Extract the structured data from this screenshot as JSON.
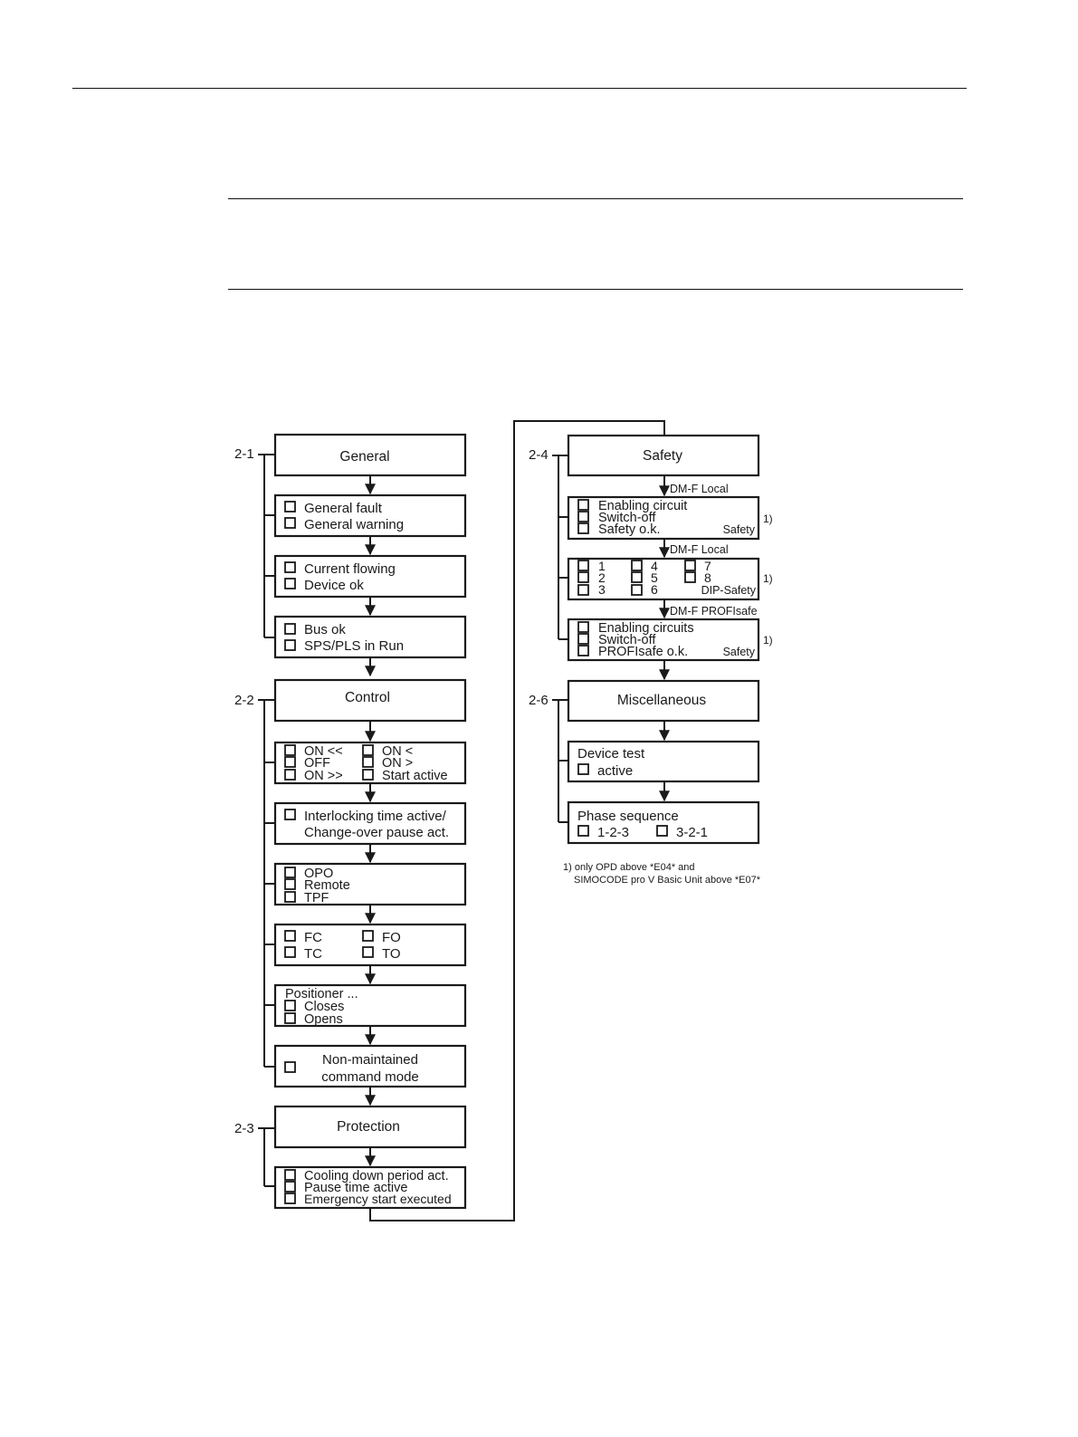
{
  "sections": {
    "s21": "2-1",
    "s22": "2-2",
    "s23": "2-3",
    "s24": "2-4",
    "s26": "2-6"
  },
  "headers": {
    "general": "General",
    "control": "Control",
    "protection": "Protection",
    "safety": "Safety",
    "miscellaneous": "Miscellaneous"
  },
  "general": {
    "faults": [
      "General fault",
      "General warning"
    ],
    "status": [
      "Current flowing",
      "Device ok"
    ],
    "bus": [
      "Bus ok",
      "SPS/PLS in Run"
    ]
  },
  "control": {
    "modes_left": [
      "ON <<",
      "OFF",
      "ON >>"
    ],
    "modes_right": [
      "ON <",
      "ON >",
      "Start active"
    ],
    "interlock": [
      "Interlocking time active/",
      "Change-over pause act."
    ],
    "positions": [
      "OPO",
      "Remote",
      "TPF"
    ],
    "fcfo_left": [
      "FC",
      "TC"
    ],
    "fcfo_right": [
      "FO",
      "TO"
    ],
    "positioner_title": "Positioner ...",
    "positioner": [
      "Closes",
      "Opens"
    ],
    "nonmaint": [
      "Non-maintained",
      "command mode"
    ]
  },
  "protection": {
    "items": [
      "Cooling down period act.",
      "Pause time active",
      "Emergency start executed"
    ]
  },
  "safety": {
    "dmf_local_1": "DM-F Local",
    "dmf_local_2": "DM-F Local",
    "dmf_profisafe": "DM-F PROFIsafe",
    "local_items": [
      "Enabling circuit",
      "Switch-off",
      "Safety o.k."
    ],
    "local_tag": "Safety",
    "dip_col1": [
      "1",
      "2",
      "3"
    ],
    "dip_col2": [
      "4",
      "5",
      "6"
    ],
    "dip_col3": [
      "7",
      "8"
    ],
    "dip_tag": "DIP-Safety",
    "profisafe_items": [
      "Enabling circuits",
      "Switch-off",
      "PROFIsafe o.k."
    ],
    "profisafe_tag": "Safety",
    "footnote_ref": "1)"
  },
  "misc": {
    "device_test_title": "Device test",
    "device_test_item": "active",
    "phase_title": "Phase sequence",
    "phase_items": [
      "1-2-3",
      "3-2-1"
    ]
  },
  "footnote": {
    "line1": "1) only OPD above *E04* and",
    "line2": "SIMOCODE pro V Basic Unit above *E07*"
  }
}
